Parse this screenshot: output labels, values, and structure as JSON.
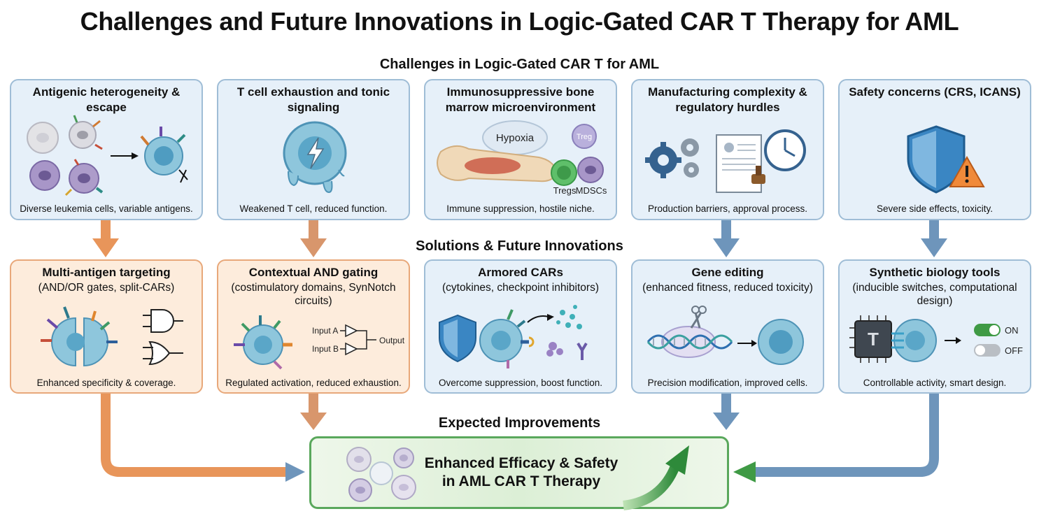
{
  "title": "Challenges and Future Innovations in Logic-Gated CAR T Therapy for AML",
  "challenges_heading": "Challenges in Logic-Gated CAR T for AML",
  "solutions_heading": "Solutions & Future Innovations",
  "improvements_heading": "Expected Improvements",
  "challenges": [
    {
      "title": "Antigenic heterogeneity & escape",
      "caption": "Diverse leukemia cells, variable antigens."
    },
    {
      "title": "T cell exhaustion and tonic signaling",
      "caption": "Weakened T cell, reduced function."
    },
    {
      "title": "Immunosuppressive bone marrow microenvironment",
      "caption": "Immune suppression, hostile niche.",
      "labels": {
        "hypoxia": "Hypoxia",
        "treg": "Treg",
        "tregs": "Tregs",
        "mdscs": "MDSCs"
      }
    },
    {
      "title": "Manufacturing complexity & regulatory hurdles",
      "caption": "Production barriers, approval process."
    },
    {
      "title": "Safety concerns (CRS, ICANS)",
      "caption": "Severe side effects, toxicity."
    }
  ],
  "solutions": [
    {
      "title": "Multi-antigen targeting",
      "subtitle": "(AND/OR gates, split-CARs)",
      "caption": "Enhanced specificity & coverage."
    },
    {
      "title": "Contextual AND gating",
      "subtitle": "(costimulatory domains, SynNotch circuits)",
      "caption": "Regulated activation, reduced exhaustion.",
      "labels": {
        "input_a": "Input A",
        "input_b": "Input B",
        "output": "Output"
      }
    },
    {
      "title": "Armored CARs",
      "subtitle": "(cytokines, checkpoint inhibitors)",
      "caption": "Overcome suppression, boost function."
    },
    {
      "title": "Gene editing",
      "subtitle": "(enhanced fitness, reduced toxicity)",
      "caption": "Precision modification, improved cells."
    },
    {
      "title": "Synthetic biology tools",
      "subtitle": "(inducible switches, computational design)",
      "caption": "Controllable activity, smart design.",
      "labels": {
        "chip": "T",
        "on": "ON",
        "off": "OFF"
      }
    }
  ],
  "result": {
    "line1": "Enhanced Efficacy & Safety",
    "line2": "in AML CAR T Therapy"
  },
  "colors": {
    "orange_arrow": "#e8955a",
    "brown_arrow": "#d8966c",
    "blue_arrow": "#6e95bb",
    "green": "#3f9a45",
    "card_blue": "#e6f0f9",
    "card_orange": "#fdecdc"
  }
}
